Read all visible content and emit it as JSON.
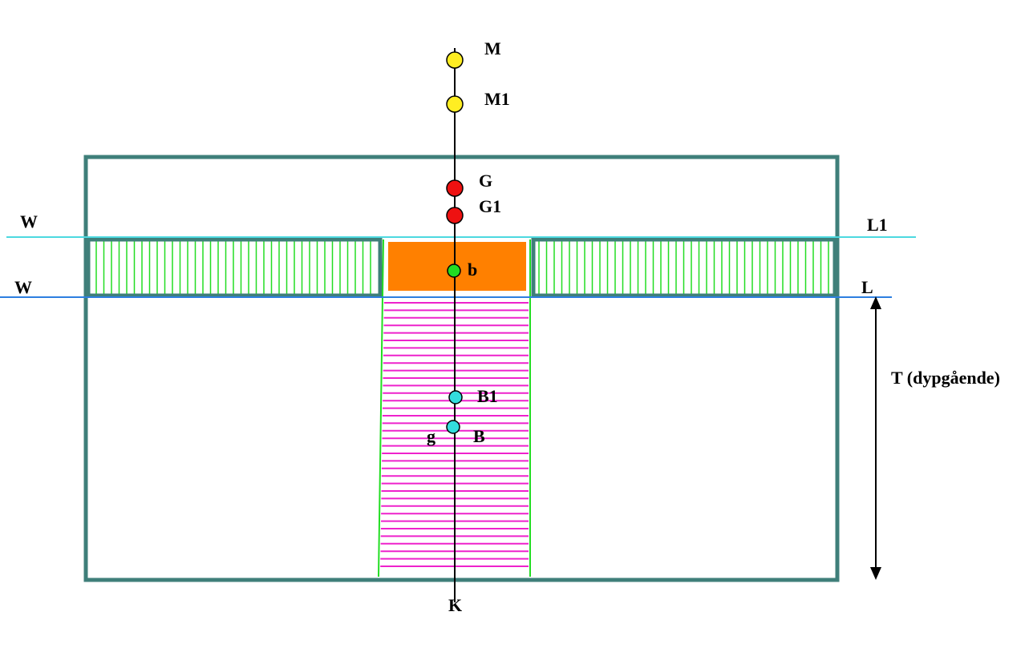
{
  "labels": {
    "M": "M",
    "M1": "M1",
    "G": "G",
    "G1": "G1",
    "b": "b",
    "B1": "B1",
    "B": "B",
    "g": "g",
    "K": "K",
    "W_upper": "W",
    "W_lower": "W",
    "L1": "L1",
    "L": "L",
    "T": "T (dypgående)"
  },
  "colors": {
    "hull": "#3f7f7a",
    "waterline_upper": "#4dd9e0",
    "waterline_lower": "#2d7fe0",
    "tank_hatch": "#22dd22",
    "weight_block": "#ff8000",
    "displacement_hatch": "#ee22cc",
    "metacenter_point": "#ffee22",
    "gravity_point": "#ee1111",
    "weight_point": "#22dd22",
    "buoyancy_point": "#33dddd",
    "centerline": "#000000"
  },
  "points": [
    {
      "id": "M",
      "color": "metacenter_point"
    },
    {
      "id": "M1",
      "color": "metacenter_point"
    },
    {
      "id": "G",
      "color": "gravity_point"
    },
    {
      "id": "G1",
      "color": "gravity_point"
    },
    {
      "id": "b",
      "color": "weight_point"
    },
    {
      "id": "B1",
      "color": "buoyancy_point"
    },
    {
      "id": "B",
      "color": "buoyancy_point"
    }
  ]
}
